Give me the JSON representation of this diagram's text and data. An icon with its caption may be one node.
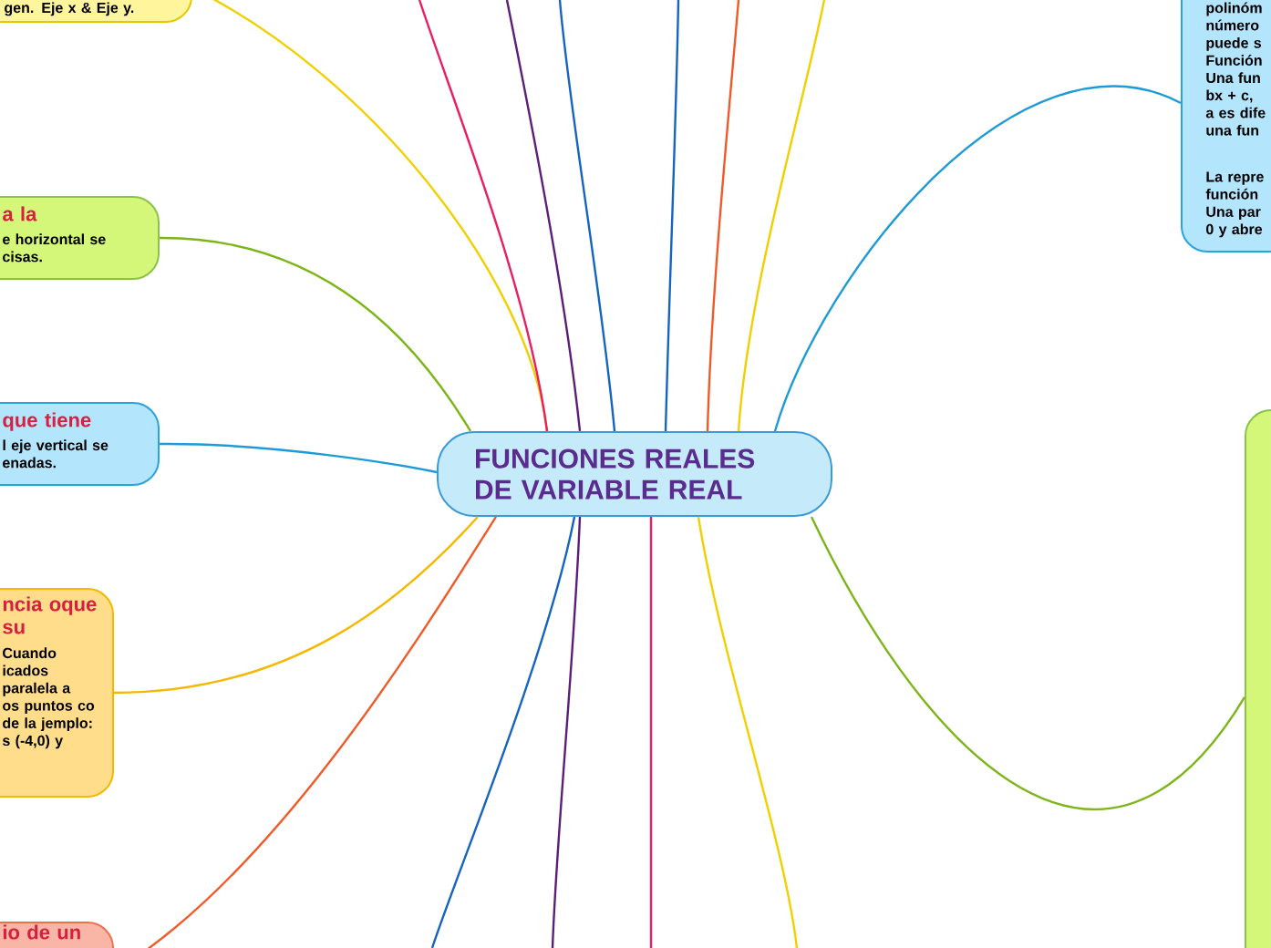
{
  "diagram": {
    "nodes": [
      {
        "text": [
          "FUNCIONES REALES DE VARIABLE REAL"
        ]
      },
      {
        "text": [
          "gen. Eje x & Eje y."
        ]
      },
      {
        "text": [
          "a la",
          "e horizontal se cisas."
        ]
      },
      {
        "text": [
          "que tiene",
          "l eje vertical se enadas."
        ]
      },
      {
        "text": [
          "ncia oque su",
          "Cuando icados paralela a os puntos co de la jemplo: s (-4,0) y"
        ]
      },
      {
        "text": [
          "io de un"
        ]
      },
      {
        "text": [
          "polinóm número puede s Función Una fun bx + c, a es dife una fun",
          "La repre función Una par 0 y abre"
        ]
      },
      {
        "text": [],
        "shape": "box"
      }
    ],
    "edges": [
      {
        "from": 0,
        "to": 1,
        "arrow": "none",
        "color": "#f0d000"
      },
      {
        "from": 0,
        "to": null,
        "arrow": "none",
        "color": "#e91e63"
      },
      {
        "from": 0,
        "to": null,
        "arrow": "none",
        "color": "#5b1f7a"
      },
      {
        "from": 0,
        "to": null,
        "arrow": "none",
        "color": "#1565c0"
      },
      {
        "from": 0,
        "to": null,
        "arrow": "none",
        "color": "#1565c0"
      },
      {
        "from": 0,
        "to": null,
        "arrow": "none",
        "color": "#f05a28"
      },
      {
        "from": 0,
        "to": null,
        "arrow": "none",
        "color": "#f0d000"
      },
      {
        "from": 0,
        "to": 6,
        "arrow": "none",
        "color": "#1e9bd7"
      },
      {
        "from": 0,
        "to": 2,
        "arrow": "none",
        "color": "#7cb518"
      },
      {
        "from": 0,
        "to": 3,
        "arrow": "none",
        "color": "#1e9bd7"
      },
      {
        "from": 0,
        "to": 4,
        "arrow": "none",
        "color": "#f5b800"
      },
      {
        "from": 0,
        "to": 5,
        "arrow": "none",
        "color": "#f05a28"
      },
      {
        "from": 0,
        "to": null,
        "arrow": "none",
        "color": "#1565c0"
      },
      {
        "from": 0,
        "to": null,
        "arrow": "none",
        "color": "#5b1f7a"
      },
      {
        "from": 0,
        "to": null,
        "arrow": "none",
        "color": "#e91e63"
      },
      {
        "from": 0,
        "to": null,
        "arrow": "none",
        "color": "#f0d000"
      },
      {
        "from": 0,
        "to": 7,
        "arrow": "none",
        "color": "#7cb518"
      }
    ]
  }
}
